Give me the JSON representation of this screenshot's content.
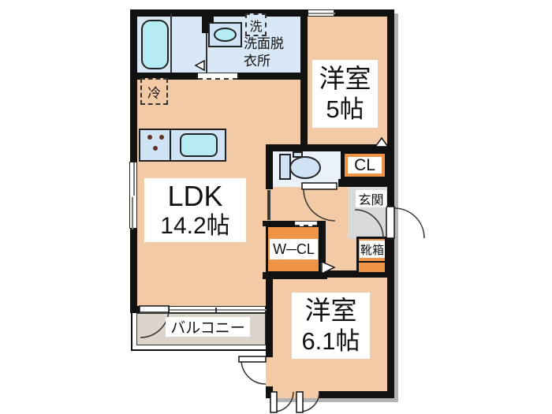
{
  "plan": {
    "type": "japanese-apartment-floor-plan",
    "rooms": {
      "ldk": {
        "name": "LDK",
        "size": "14.2帖"
      },
      "west5": {
        "name": "洋室",
        "size": "5帖"
      },
      "west6": {
        "name": "洋室",
        "size": "6.1帖"
      },
      "washroom": {
        "line1": "洗面脱",
        "line2": "衣所"
      },
      "entrance": {
        "name": "玄関"
      },
      "balcony": {
        "name": "バルコニー"
      }
    },
    "fixtures": {
      "washer_spot": "洗",
      "fridge_spot": "冷",
      "closet": "CL",
      "walk_in_closet": "W─CL",
      "shoe_box": "靴箱"
    },
    "colors": {
      "room_peach": "#f2cba6",
      "water_area_blue": "#d9e8f6",
      "fixture_cyan": "#b5ebf3",
      "closet_orange": "#ef9447",
      "entrance_gray": "#d9d9d9",
      "balcony_gray": "#ddd5cc",
      "wall_black": "#111111"
    }
  }
}
